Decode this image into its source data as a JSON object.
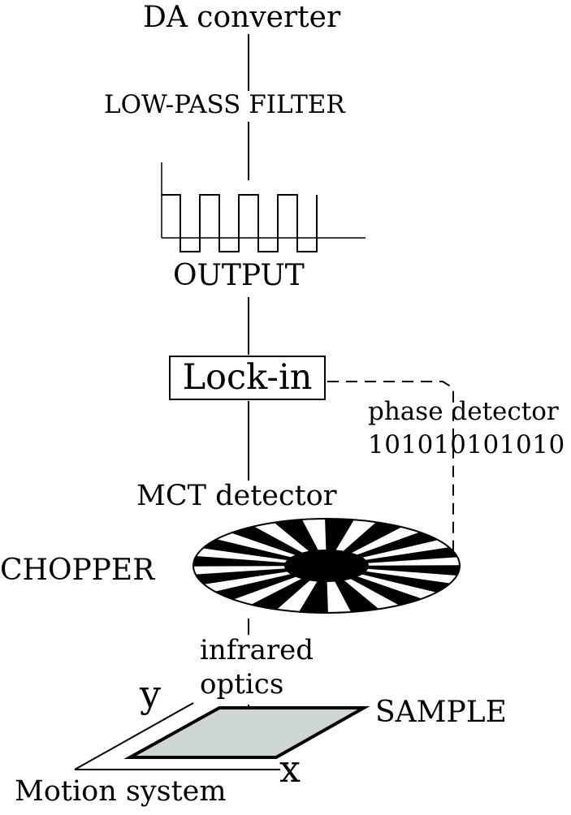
{
  "labels": {
    "da_converter": "DA converter",
    "low_pass_filter": "LOW-PASS FILTER",
    "output": "OUTPUT",
    "lock_in": "Lock-in",
    "phase_detector": "phase detector",
    "phase_bits": "101010101010",
    "mct_detector": "MCT detector",
    "chopper": "CHOPPER",
    "infrared_line1": "infrared",
    "infrared_line2": "optics",
    "axis_y": "y",
    "sample": "SAMPLE",
    "axis_x": "x",
    "motion_system": "Motion system"
  },
  "chopper": {
    "blade_count": 16
  },
  "colors": {
    "sample_fill": "#cdd6d2",
    "stroke": "#000000",
    "background": "#ffffff"
  }
}
